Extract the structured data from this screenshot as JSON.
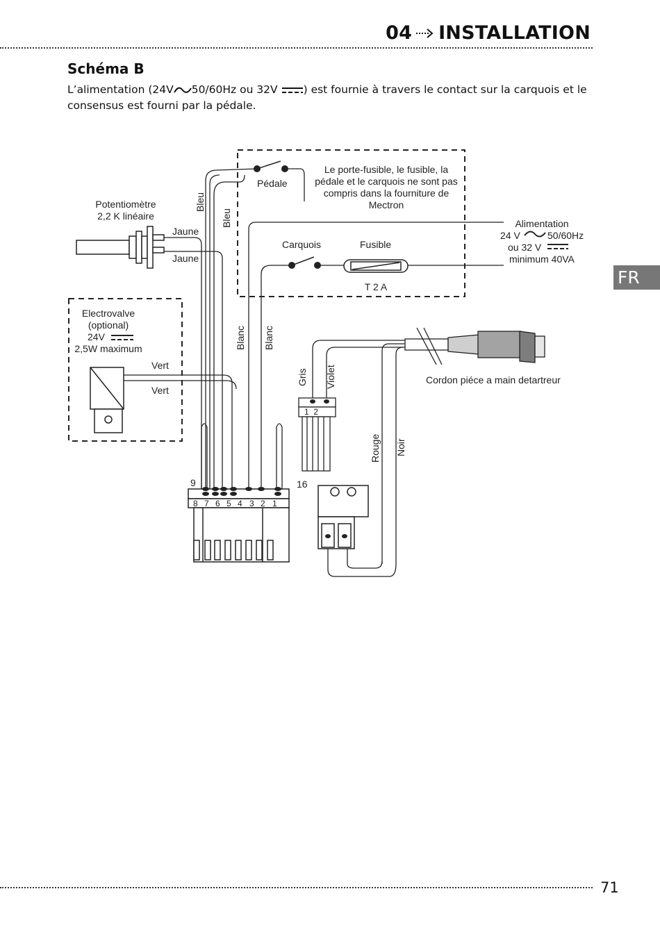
{
  "header": {
    "chapter": "04",
    "title": "INSTALLATION"
  },
  "section": {
    "title": "Schéma B",
    "intro_part1": "L’alimentation (24V",
    "intro_part2": "50/60Hz ou 32V",
    "intro_part3": ") est fournie à travers le contact sur la carquois et le consensus est fourni par la pédale."
  },
  "lang_tab": "FR",
  "page_number": "71",
  "diagram": {
    "potentiometre_line1": "Potentiomètre",
    "potentiometre_line2": "2,2 K linéaire",
    "jaune1": "Jaune",
    "jaune2": "Jaune",
    "bleu1": "Bleu",
    "bleu2": "Bleu",
    "pedale": "Pédale",
    "note_line1": "Le porte-fusible, le fusible, la",
    "note_line2": "pédale et le carquois ne sont pas",
    "note_line3": "compris dans la  fourniture de",
    "note_line4": "Mectron",
    "carquois": "Carquois",
    "fusible": "Fusible",
    "fuse_rating": "T 2 A",
    "alim_line1": "Alimentation",
    "alim_line2a": "24 V",
    "alim_line2b": "50/60Hz",
    "alim_line3": "ou 32 V",
    "alim_line4": "minimum 40VA",
    "electrovalve_line1": "Electrovalve",
    "electrovalve_line2": "(optional)",
    "electrovalve_line3": "24V",
    "electrovalve_line4": "2,5W maximum",
    "vert1": "Vert",
    "vert2": "Vert",
    "blanc1": "Blanc",
    "blanc2": "Blanc",
    "gris": "Gris",
    "violet": "Violet",
    "connector_pins": "1  2",
    "cordon": "Cordon piéce a main detartreur",
    "rouge": "Rouge",
    "noir": "Noir",
    "term_9": "9",
    "term_16": "16",
    "term_numbers": [
      "8",
      "7",
      "6",
      "5",
      "4",
      "3",
      "2",
      "1"
    ]
  }
}
